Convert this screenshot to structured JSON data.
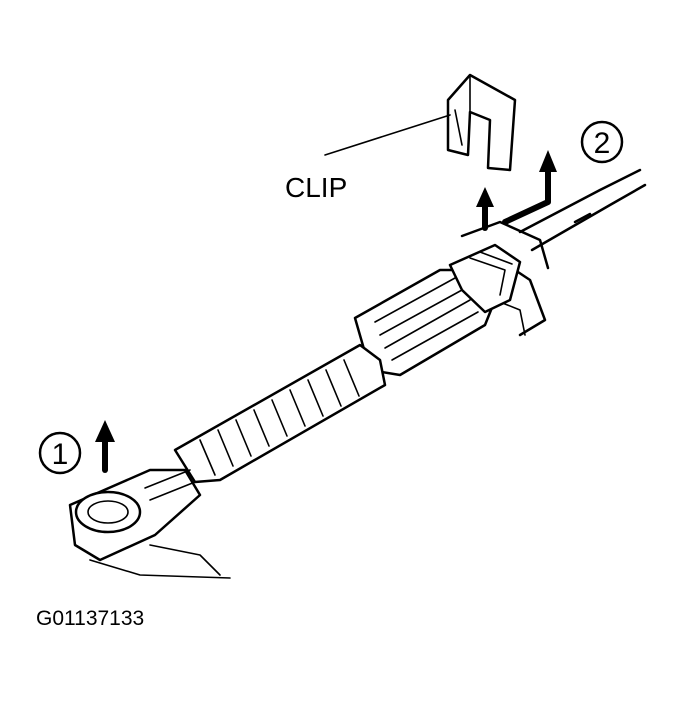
{
  "labels": {
    "clip": "CLIP",
    "figure_id": "G01137133"
  },
  "steps": [
    {
      "marker": "1"
    },
    {
      "marker": "2"
    }
  ],
  "colors": {
    "ink": "#000000",
    "paper": "#ffffff"
  }
}
